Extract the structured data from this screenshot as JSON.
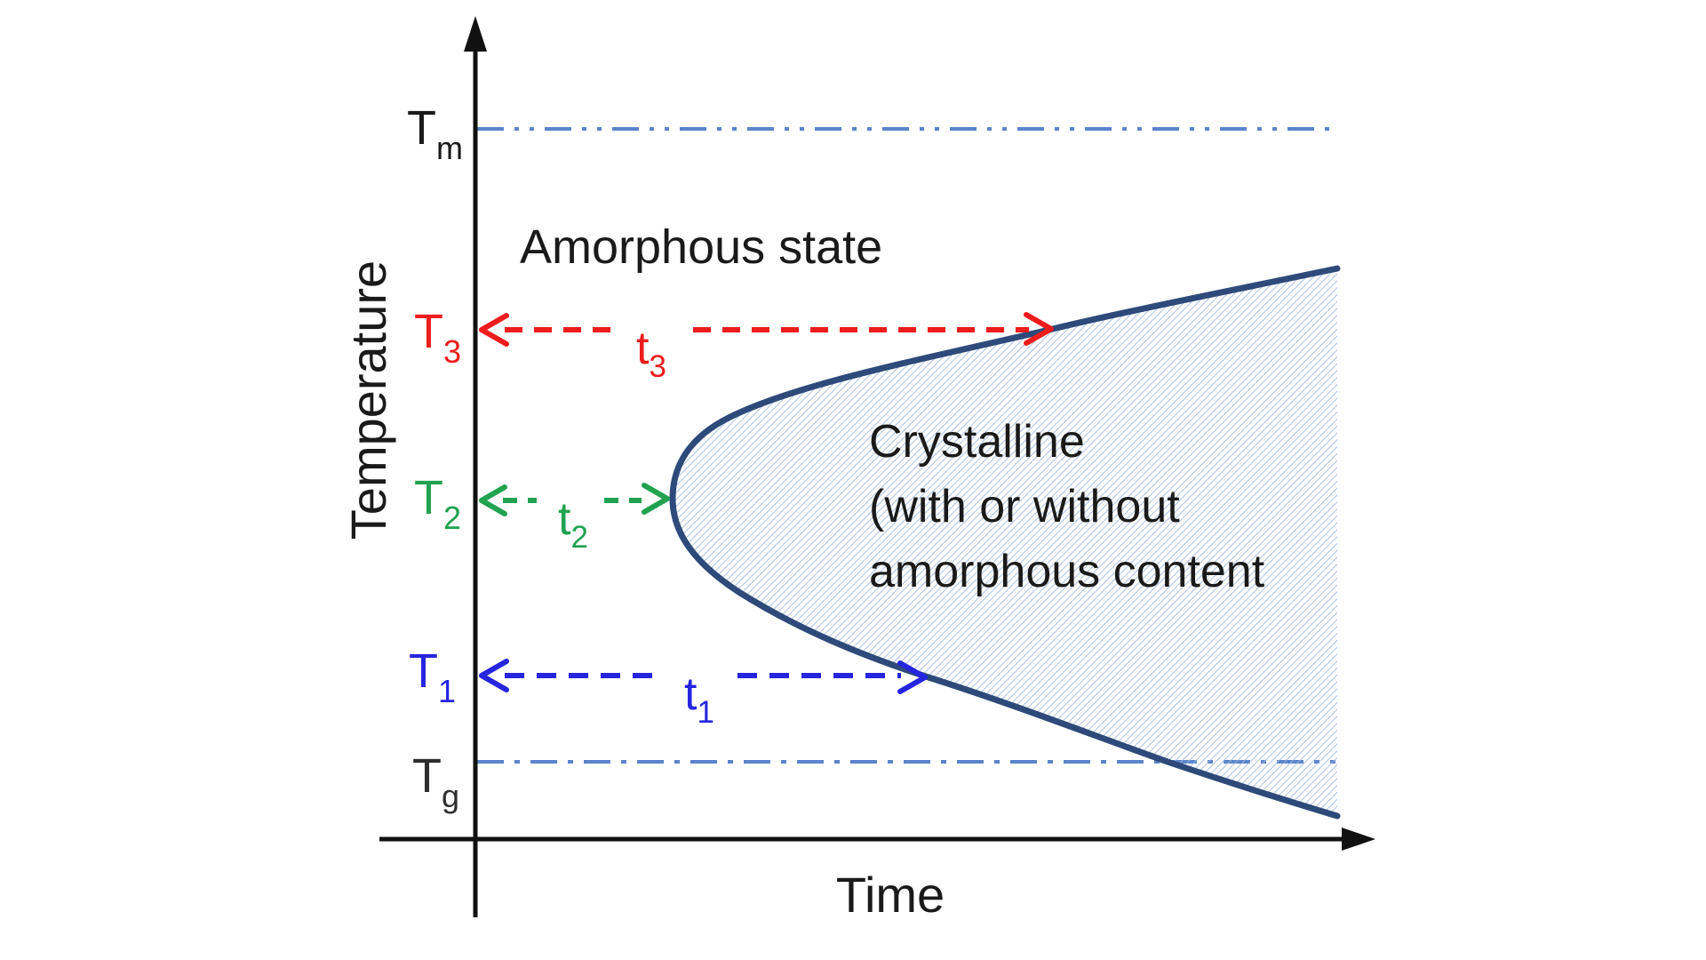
{
  "figure": {
    "type": "schematic time-temperature-transformation diagram",
    "x_axis_label": "Time",
    "y_axis_label": "Temperature",
    "amorphous_label": "Amorphous state",
    "crystalline_label_lines": [
      "Crystalline",
      "(with or without",
      "amorphous content"
    ],
    "temp_labels": {
      "tm": [
        "T",
        "m"
      ],
      "t3": [
        "T",
        "3"
      ],
      "t2": [
        "T",
        "2"
      ],
      "t1": [
        "T",
        "1"
      ],
      "tg": [
        "T",
        "g"
      ]
    },
    "time_labels": {
      "t3": [
        "t",
        "3"
      ],
      "t2": [
        "t",
        "2"
      ],
      "t1": [
        "t",
        "1"
      ]
    },
    "guide_lines": [
      {
        "at": "Tm",
        "style": "dash-dot-dot"
      },
      {
        "at": "Tg",
        "style": "dash-dot"
      }
    ],
    "annotations": [
      {
        "name": "t3",
        "color_role": "red",
        "from": "y-axis at T3",
        "to": "crystalline boundary upper branch"
      },
      {
        "name": "t2",
        "color_role": "green",
        "from": "y-axis at T2",
        "to": "crystalline nose"
      },
      {
        "name": "t1",
        "color_role": "blue",
        "from": "y-axis at T1",
        "to": "crystalline boundary lower branch"
      }
    ]
  },
  "colors": {
    "axis": "#111111",
    "guide_blue": "#5b84cb",
    "region_border": "#2d4a7a",
    "region_hatch": "#9db7dd",
    "red": "#ee1c1c",
    "green": "#21a24f",
    "blue": "#2525e0",
    "text": "#1a1a1a",
    "tg_text": "#2e2e2e"
  }
}
